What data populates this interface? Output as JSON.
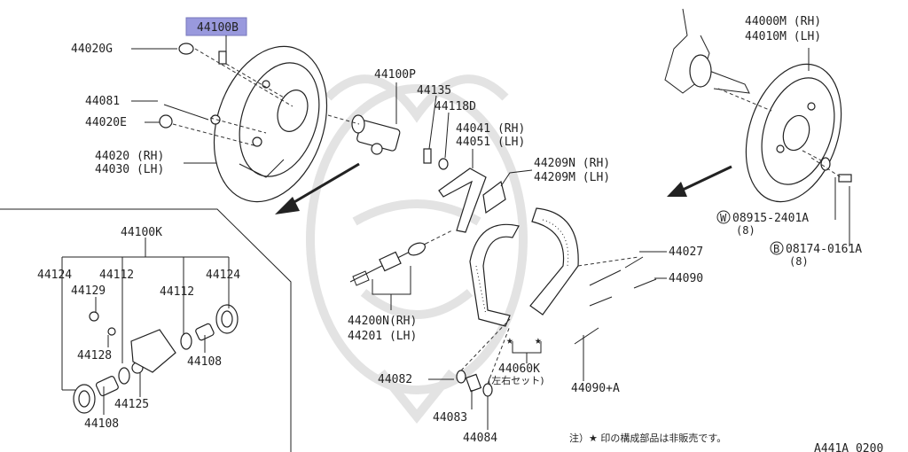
{
  "labels": {
    "p44100B": "44100B",
    "p44020G": "44020G",
    "p44081": "44081",
    "p44020E": "44020E",
    "p44020": "44020 (RH)",
    "p44030": "44030 (LH)",
    "p44100P": "44100P",
    "p44135": "44135",
    "p44118D": "44118D",
    "p44041": "44041 (RH)",
    "p44051": "44051 (LH)",
    "p44209N": "44209N (RH)",
    "p44209M": "44209M (LH)",
    "p44000M": "44000M (RH)",
    "p44010M": "44010M (LH)",
    "pW08915": "08915-2401A",
    "pW08915q": "(8)",
    "pB08174": "08174-0161A",
    "pB08174q": "(8)",
    "circleW": "W",
    "circleB": "B",
    "p44027": "44027",
    "p44090": "44090",
    "p44200N": "44200N(RH)",
    "p44201": "44201  (LH)",
    "p44060K": "44060K",
    "p44060Kjp": "(左右セット)",
    "p44082": "44082",
    "p44083": "44083",
    "p44084": "44084",
    "p44090A": "44090+A",
    "p44100K": "44100K",
    "p44124a": "44124",
    "p44112a": "44112",
    "p44129": "44129",
    "p44112b": "44112",
    "p44124b": "44124",
    "p44128": "44128",
    "p44108a": "44108",
    "p44125": "44125",
    "p44108b": "44108",
    "star": "★",
    "footnote": "注）★ 印の構成部品は非販売です。",
    "diagram_code": "A441A 0200"
  },
  "colors": {
    "highlight": "#9999dd",
    "line": "#222222",
    "watermark": "#e3e3e3"
  }
}
